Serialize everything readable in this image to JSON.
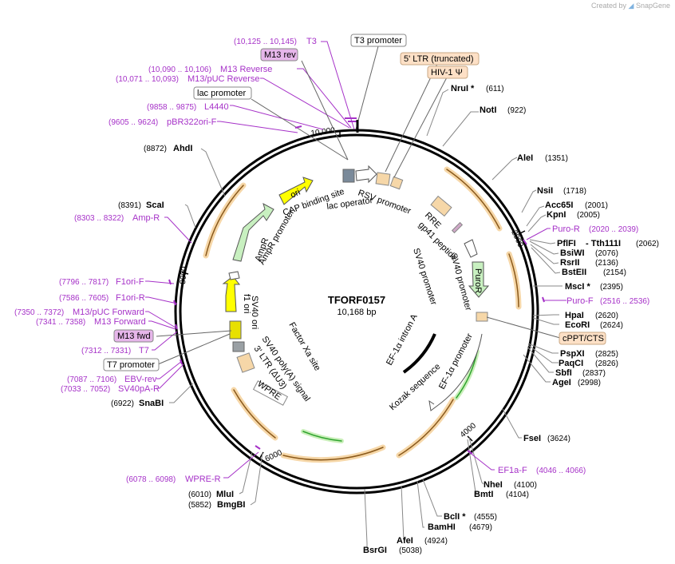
{
  "credit": {
    "prefix": "Created by",
    "brand": "SnapGene"
  },
  "plasmid": {
    "name": "TFORF0157",
    "size": "10,168 bp",
    "total_bp": 10168
  },
  "colors": {
    "backbone": "#000000",
    "enzyme_line": "#666666",
    "primer": "#a632c8",
    "orf": "#f6d7a8",
    "orf_edge": "#d39b4e",
    "arrow_dark": "#8b5a1c",
    "green_arrow": "#2ea32e",
    "ampr": "#c8f0c0",
    "ori": "#ffff00",
    "tag_violet": "#e6b6ea",
    "tag_peach": "#fde0c6"
  },
  "ticks": [
    {
      "label": "2000"
    },
    {
      "label": "4000"
    },
    {
      "label": "6000"
    },
    {
      "label": "8000"
    },
    {
      "label": "10,000"
    }
  ],
  "enzymes_right": [
    {
      "name": "NruI *",
      "pos": "(611)"
    },
    {
      "name": "NotI",
      "pos": "(922)"
    },
    {
      "name": "AleI",
      "pos": "(1351)"
    },
    {
      "name": "NsiI",
      "pos": "(1718)"
    },
    {
      "name": "Acc65I",
      "pos": "(2001)"
    },
    {
      "name": "KpnI",
      "pos": "(2005)"
    },
    {
      "name": "PflFI",
      "pos": ""
    },
    {
      "name": "- Tth111I",
      "pos": "(2062)"
    },
    {
      "name": "BsiWI",
      "pos": "(2076)"
    },
    {
      "name": "RsrII",
      "pos": "(2136)"
    },
    {
      "name": "BstEII",
      "pos": "(2154)"
    },
    {
      "name": "MscI *",
      "pos": "(2395)"
    },
    {
      "name": "HpaI",
      "pos": "(2620)"
    },
    {
      "name": "EcoRI",
      "pos": "(2624)"
    },
    {
      "name": "PspXI",
      "pos": "(2825)"
    },
    {
      "name": "PaqCI",
      "pos": "(2826)"
    },
    {
      "name": "SbfI",
      "pos": "(2837)"
    },
    {
      "name": "AgeI",
      "pos": "(2998)"
    },
    {
      "name": "FseI",
      "pos": "(3624)"
    },
    {
      "name": "NheI",
      "pos": "(4100)"
    },
    {
      "name": "BmtI",
      "pos": "(4104)"
    },
    {
      "name": "BclI *",
      "pos": "(4555)"
    },
    {
      "name": "BamHI",
      "pos": "(4679)"
    },
    {
      "name": "AfeI",
      "pos": "(4924)"
    },
    {
      "name": "BsrGI",
      "pos": "(5038)"
    }
  ],
  "enzymes_left": [
    {
      "name": "AhdI",
      "pos": "(8872)"
    },
    {
      "name": "ScaI",
      "pos": "(8391)"
    },
    {
      "name": "SnaBI",
      "pos": "(6922)"
    },
    {
      "name": "MluI",
      "pos": "(6010)"
    },
    {
      "name": "BmgBI",
      "pos": "(5852)"
    }
  ],
  "primers": [
    {
      "name": "T3",
      "range": "(10,125 .. 10,145)"
    },
    {
      "name": "M13 Reverse",
      "range": "(10,090 .. 10,106)"
    },
    {
      "name": "M13/pUC Reverse",
      "range": "(10,071 .. 10,093)"
    },
    {
      "name": "L4440",
      "range": "(9858 .. 9875)"
    },
    {
      "name": "pBR322ori-F",
      "range": "(9605 .. 9624)"
    },
    {
      "name": "Amp-R",
      "range": "(8303 .. 8322)"
    },
    {
      "name": "F1ori-F",
      "range": "(7796 .. 7817)"
    },
    {
      "name": "F1ori-R",
      "range": "(7586 .. 7605)"
    },
    {
      "name": "M13/pUC Forward",
      "range": "(7350 .. 7372)"
    },
    {
      "name": "M13 Forward",
      "range": "(7341 .. 7358)"
    },
    {
      "name": "T7",
      "range": "(7312 .. 7331)"
    },
    {
      "name": "EBV-rev",
      "range": "(7087 .. 7106)"
    },
    {
      "name": "SV40pA-R",
      "range": "(7033 .. 7052)"
    },
    {
      "name": "WPRE-R",
      "range": "(6078 .. 6098)"
    },
    {
      "name": "Puro-R",
      "range": "(2020 .. 2039)"
    },
    {
      "name": "Puro-F",
      "range": "(2516 .. 2536)"
    },
    {
      "name": "EF1a-F",
      "range": "(4046 .. 4066)"
    }
  ],
  "tags": [
    {
      "label": "M13 rev"
    },
    {
      "label": "M13 fwd"
    },
    {
      "label": "T3 promoter"
    },
    {
      "label": "lac promoter"
    },
    {
      "label": "T7 promoter"
    },
    {
      "label": "5' LTR (truncated)"
    },
    {
      "label": "HIV-1 Ψ"
    },
    {
      "label": "cPPT/CTS"
    }
  ],
  "inner_features": [
    {
      "label": "RSV promoter"
    },
    {
      "label": "RRE"
    },
    {
      "label": "gp41 peptide"
    },
    {
      "label": "SV40 promoter"
    },
    {
      "label": "PuroR"
    },
    {
      "label": "SV40 ori"
    },
    {
      "label": "EF-1α intron A"
    },
    {
      "label": "EF-1α promoter"
    },
    {
      "label": "Kozak sequence"
    },
    {
      "label": "Factor Xa site"
    },
    {
      "label": "SV40 poly(A) signal"
    },
    {
      "label": "3' LTR (ΔU3)"
    },
    {
      "label": "WPRE"
    },
    {
      "label": "f1 ori"
    },
    {
      "label": "AmpR"
    },
    {
      "label": "AmpR promoter"
    },
    {
      "label": "ori"
    },
    {
      "label": "CAP binding site"
    },
    {
      "label": "lac operator"
    },
    {
      "label": "SV40 promoter"
    }
  ]
}
